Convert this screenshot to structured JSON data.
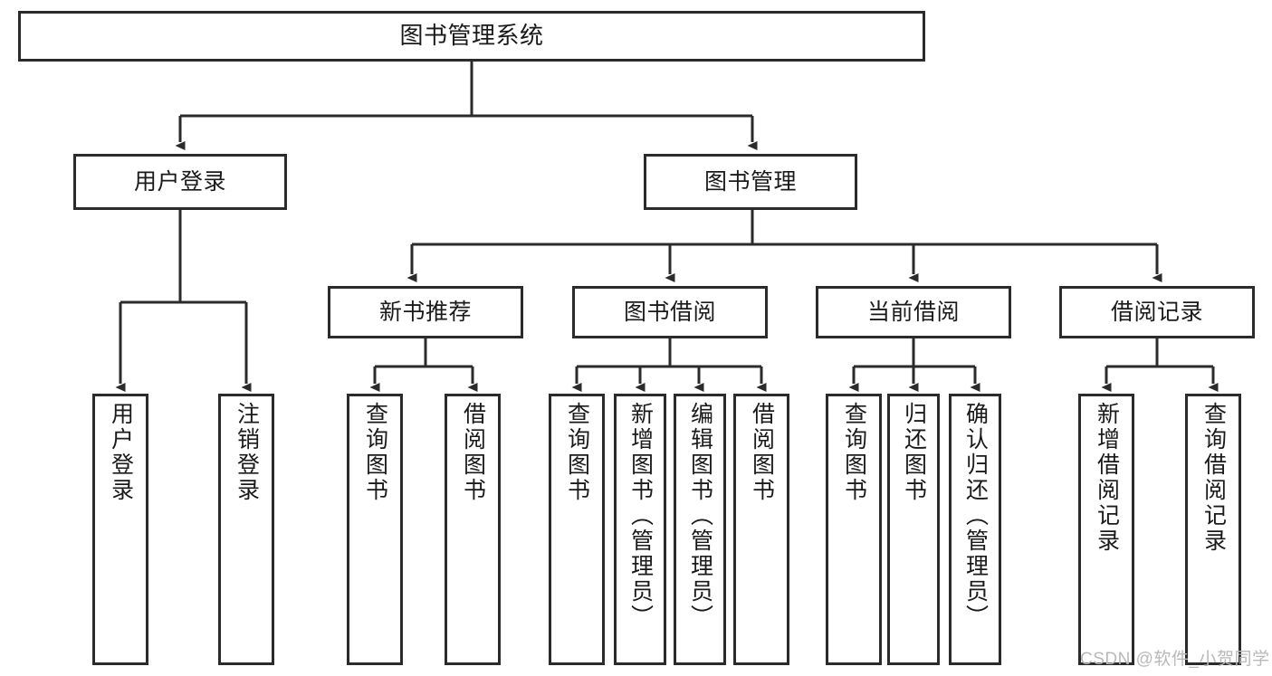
{
  "diagram": {
    "title_node": {
      "label": "图书管理系统"
    },
    "level1": [
      {
        "label": "用户登录"
      },
      {
        "label": "图书管理"
      }
    ],
    "level2": [
      {
        "label": "新书推荐"
      },
      {
        "label": "图书借阅"
      },
      {
        "label": "当前借阅"
      },
      {
        "label": "借阅记录"
      }
    ],
    "leaves": {
      "user_login": [
        {
          "label": "用户登录"
        },
        {
          "label": "注销登录"
        }
      ],
      "new_book_recommend": [
        {
          "label": "查询图书"
        },
        {
          "label": "借阅图书"
        }
      ],
      "book_borrow": [
        {
          "label": "查询图书"
        },
        {
          "label": "新增图书（管理员）"
        },
        {
          "label": "编辑图书（管理员）"
        },
        {
          "label": "借阅图书"
        }
      ],
      "current_borrow": [
        {
          "label": "查询图书"
        },
        {
          "label": "归还图书"
        },
        {
          "label": "确认归还（管理员）"
        }
      ],
      "borrow_record": [
        {
          "label": "新增借阅记录"
        },
        {
          "label": "查询借阅记录"
        }
      ]
    }
  },
  "watermark": {
    "text": "CSDN @软件_小贺同学"
  },
  "colors": {
    "stroke": "#2b2b2b",
    "background": "#ffffff",
    "text": "#1a1a1a",
    "watermark": "#b9b9b9"
  }
}
